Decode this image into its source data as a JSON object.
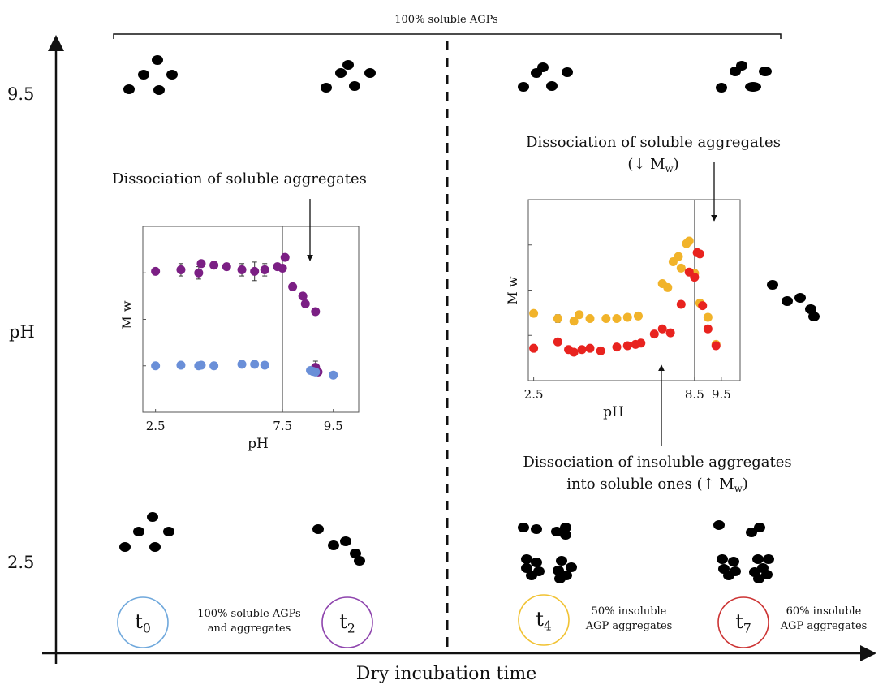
{
  "top_label": "100% soluble AGPs",
  "y_axis": {
    "label": "pH",
    "tick_top": "9.5",
    "tick_bottom": "2.5"
  },
  "x_axis": {
    "label": "Dry incubation time"
  },
  "left_panel": {
    "annotation": "Dissociation of soluble aggregates"
  },
  "right_panel": {
    "annotation_top_line1": "Dissociation of soluble aggregates",
    "annotation_top_line2_prefix": "(↓ M",
    "annotation_top_line2_sub": "w",
    "annotation_top_line2_suffix": ")",
    "annotation_bottom_line1": "Dissociation of insoluble aggregates",
    "annotation_bottom_line2_prefix": "into soluble ones (↑ M",
    "annotation_bottom_line2_sub": "w",
    "annotation_bottom_line2_suffix": ")"
  },
  "timepoints": [
    {
      "main": "t",
      "sub": "0",
      "color": "#6fa8dc"
    },
    {
      "main": "t",
      "sub": "2",
      "color": "#8e44ad"
    },
    {
      "main": "t",
      "sub": "4",
      "color": "#f1c232"
    },
    {
      "main": "t",
      "sub": "7",
      "color": "#cc3333"
    }
  ],
  "notes": {
    "t0_t2_line1": "100% soluble AGPs",
    "t0_t2_line2": "and aggregates",
    "t4_line1": "50% insoluble",
    "t4_line2": "AGP aggregates",
    "t7_line1": "60% insoluble",
    "t7_line2": "AGP aggregates"
  },
  "chart_data": [
    {
      "type": "scatter",
      "title": "",
      "xlabel": "pH",
      "ylabel": "M w",
      "xlim": [
        2.0,
        10.5
      ],
      "ylim": [
        0,
        6
      ],
      "x_ticks": [
        "2.5",
        "7.5",
        "9.5"
      ],
      "vline_x": 7.5,
      "arrow_x": 8.7,
      "series": [
        {
          "color": "#7b1f84",
          "x": [
            2.5,
            3.5,
            4.2,
            4.3,
            4.8,
            5.3,
            5.9,
            6.4,
            6.8,
            7.3,
            7.5,
            7.6,
            7.9,
            8.3,
            8.4,
            8.8,
            8.8,
            8.9
          ],
          "y": [
            4.55,
            4.6,
            4.5,
            4.8,
            4.75,
            4.7,
            4.6,
            4.55,
            4.6,
            4.7,
            4.65,
            5.0,
            4.05,
            3.75,
            3.5,
            3.25,
            1.45,
            1.3
          ],
          "err": [
            0,
            0.2,
            0.2,
            0,
            0,
            0,
            0.2,
            0.3,
            0.2,
            0,
            0,
            0,
            0,
            0,
            0,
            0.1,
            0.2,
            0
          ]
        },
        {
          "color": "#6a8fd8",
          "x": [
            2.5,
            3.5,
            4.2,
            4.3,
            4.8,
            5.9,
            6.4,
            6.8,
            8.6,
            8.7,
            8.8,
            9.5
          ],
          "y": [
            1.5,
            1.52,
            1.5,
            1.52,
            1.5,
            1.55,
            1.55,
            1.52,
            1.35,
            1.32,
            1.3,
            1.2
          ],
          "err": [
            0,
            0,
            0,
            0,
            0,
            0,
            0,
            0,
            0,
            0,
            0,
            0
          ]
        }
      ]
    },
    {
      "type": "scatter",
      "title": "",
      "xlabel": "pH",
      "ylabel": "M w",
      "xlim": [
        2.3,
        10.2
      ],
      "ylim": [
        0,
        7
      ],
      "x_ticks": [
        "2.5",
        "8.5",
        "9.5"
      ],
      "vline_x": 8.5,
      "arrow_x": 9.1,
      "series": [
        {
          "color": "#f1b32a",
          "x": [
            2.5,
            3.4,
            4.0,
            4.2,
            4.6,
            5.2,
            5.6,
            6.0,
            6.4,
            7.3,
            7.5,
            7.7,
            7.9,
            8.0,
            8.2,
            8.3,
            8.5,
            8.7,
            9.0,
            9.3
          ],
          "y": [
            2.6,
            2.4,
            2.3,
            2.55,
            2.4,
            2.4,
            2.4,
            2.45,
            2.5,
            3.75,
            3.6,
            4.6,
            4.8,
            4.35,
            5.3,
            5.4,
            4.15,
            3.0,
            2.45,
            1.4
          ],
          "err": [
            0,
            0.15,
            0,
            0,
            0,
            0,
            0,
            0,
            0,
            0,
            0,
            0,
            0,
            0,
            0,
            0,
            0,
            0,
            0,
            0
          ]
        },
        {
          "color": "#e8231f",
          "x": [
            2.5,
            3.4,
            3.8,
            4.0,
            4.3,
            4.6,
            5.0,
            5.6,
            6.0,
            6.3,
            6.5,
            7.0,
            7.3,
            7.6,
            8.0,
            8.3,
            8.5,
            8.6,
            8.7,
            8.8,
            9.0,
            9.3
          ],
          "y": [
            1.25,
            1.5,
            1.2,
            1.1,
            1.2,
            1.25,
            1.15,
            1.3,
            1.35,
            1.4,
            1.45,
            1.8,
            2.0,
            1.85,
            2.95,
            4.2,
            4.0,
            4.95,
            4.9,
            2.9,
            2.0,
            1.35
          ],
          "err": [
            0,
            0,
            0,
            0,
            0,
            0,
            0,
            0,
            0,
            0,
            0,
            0,
            0,
            0,
            0,
            0,
            0,
            0,
            0,
            0,
            0,
            0
          ]
        }
      ]
    }
  ]
}
